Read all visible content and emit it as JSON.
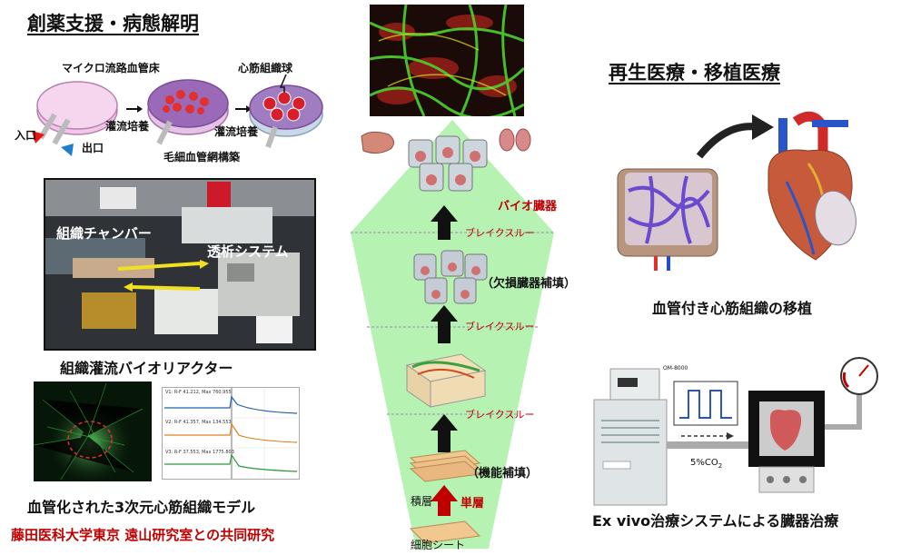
{
  "left": {
    "heading": "創薬支援・病態解明",
    "micro": {
      "title": "マイクロ流路血管床",
      "spheroid": "心筋組織球",
      "perfuse1": "灌流培養",
      "perfuse2": "灌流培養",
      "network": "毛細血管網構築",
      "inlet": "入口",
      "outlet": "出口"
    },
    "photo": {
      "chamber": "組織チャンバー",
      "dialysis": "透析システム"
    },
    "bioreactor_caption": "組織灌流バイオリアクター",
    "model_caption": "血管化された3次元心筋組織モデル",
    "trace_labels": [
      "V1: R-F 41.212, Max 760.955",
      "V2: R-F 41.357, Max 134.553",
      "V3: R-F 37.553, Max 1775.803"
    ],
    "collab": "藤田医科大学東京 遠山研究室との共同研究"
  },
  "center": {
    "bio_organ": "バイオ臓器",
    "breakthrough": [
      "ブレイクスルー",
      "ブレイクスルー",
      "ブレイクスルー"
    ],
    "defect": "（欠損臓器補填）",
    "function": "（機能補填）",
    "stack": "積層",
    "monolayer": "単層",
    "cell_sheet": "細胞シート"
  },
  "right": {
    "heading": "再生医療・移植医療",
    "transplant_caption": "血管付き心筋組織の移植",
    "exvivo_caption": "Ex vivo治療システムによる臓器治療",
    "co2_label": "5%CO",
    "co2_sub": "2",
    "device_label": "OM-8000"
  },
  "colors": {
    "accent_red": "#c00000",
    "funnel_green": "#b6f2b2",
    "arrow": "#111111"
  }
}
